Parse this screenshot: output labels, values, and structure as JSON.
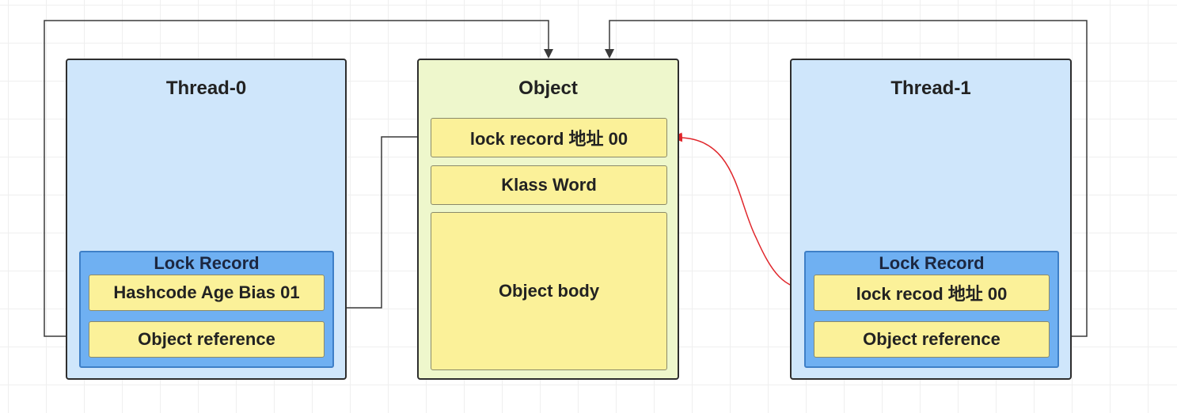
{
  "thread0": {
    "title": "Thread-0",
    "lock_record": {
      "title": "Lock Record",
      "row1": "Hashcode Age Bias 01",
      "row2": "Object reference"
    }
  },
  "object": {
    "title": "Object",
    "lock_word": "lock  record 地址 00",
    "klass_word": "Klass Word",
    "body": "Object body"
  },
  "thread1": {
    "title": "Thread-1",
    "lock_record": {
      "title": "Lock Record",
      "row1": "lock recod 地址 00",
      "row2": "Object reference"
    }
  },
  "colors": {
    "thread_fill": "#cfe6fb",
    "object_fill": "#eef7cc",
    "lock_record_fill": "#6fb0f2",
    "cell_fill": "#fbf199",
    "cas_arrow": "#e0262b",
    "connector": "#3a3a3a"
  }
}
